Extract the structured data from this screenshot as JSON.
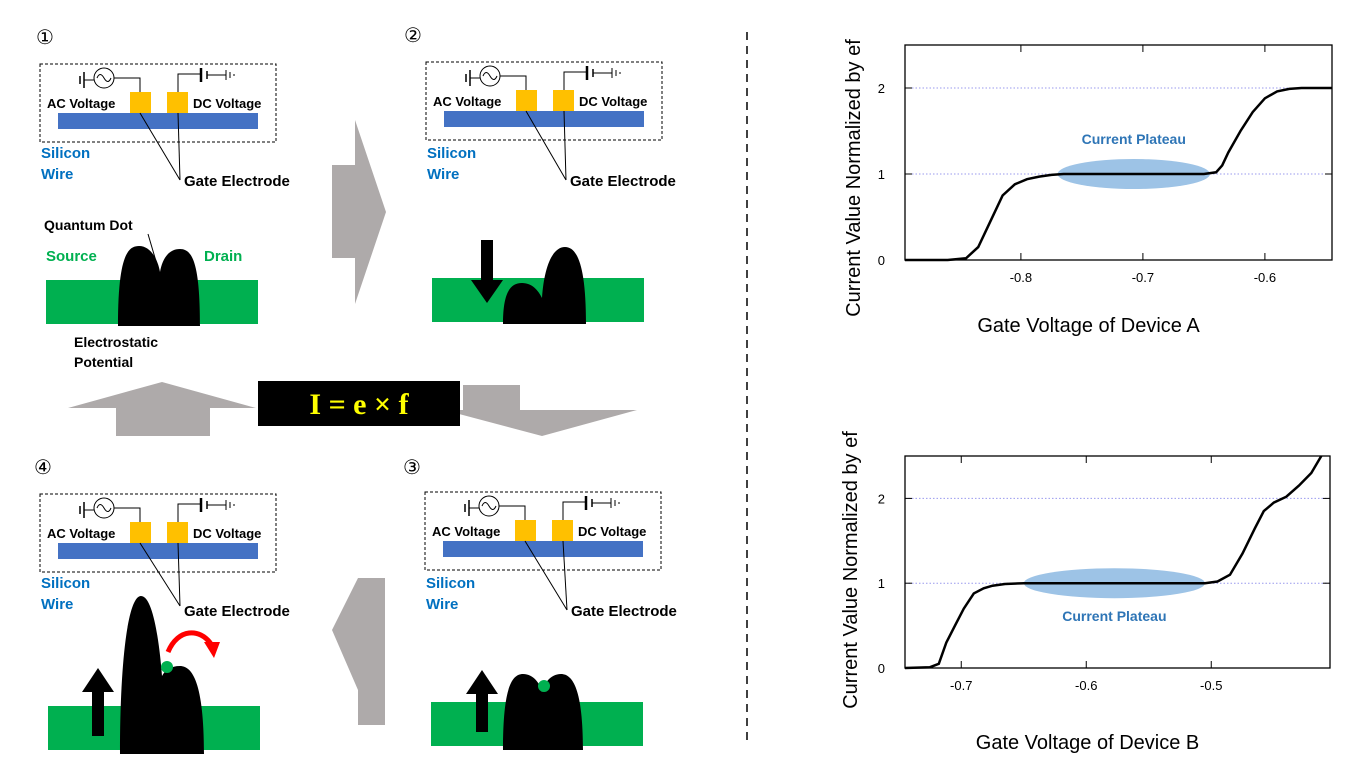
{
  "panels": [
    {
      "step": "①",
      "ac": "AC Voltage",
      "dc": "DC Voltage",
      "wire": [
        "Silicon",
        "Wire"
      ],
      "gate": "Gate Electrode",
      "quantum_dot": "Quantum Dot",
      "source": "Source",
      "drain": "Drain",
      "potential": [
        "Electrostatic",
        "Potential"
      ]
    },
    {
      "step": "②",
      "ac": "AC Voltage",
      "dc": "DC Voltage",
      "wire": [
        "Silicon",
        "Wire"
      ],
      "gate": "Gate Electrode"
    },
    {
      "step": "③",
      "ac": "AC Voltage",
      "dc": "DC Voltage",
      "wire": [
        "Silicon",
        "Wire"
      ],
      "gate": "Gate Electrode"
    },
    {
      "step": "④",
      "ac": "AC Voltage",
      "dc": "DC Voltage",
      "wire": [
        "Silicon",
        "Wire"
      ],
      "gate": "Gate Electrode"
    }
  ],
  "formula": "I = e × f",
  "colors": {
    "wire": "#4472c4",
    "electrode": "#ffc000",
    "channel": "#00b050",
    "label_blue": "#0070c0",
    "label_green": "#00b050",
    "arrow_gray": "#aeaaaa",
    "formula_bg": "#000000",
    "formula_text": "#ffff00",
    "plateau": "#9dc3e6",
    "plateau_text": "#2e75b6",
    "electron": "#00b050",
    "transfer_arrow": "#ff0000",
    "grid": "#9999ee"
  },
  "chart_data": [
    {
      "type": "line",
      "ylabel": "Current Value Normalized by ef",
      "xlabel": "Gate Voltage of Device A",
      "xlim": [
        -0.895,
        -0.545
      ],
      "ylim": [
        0,
        2.5
      ],
      "xticks": [
        -0.8,
        -0.7,
        -0.6
      ],
      "xtick_labels": [
        "-0.8",
        "-0.7",
        "-0.6"
      ],
      "yticks": [
        0,
        1,
        2
      ],
      "ytick_labels": [
        "0",
        "1",
        "2"
      ],
      "grid": "horizontal-dotted",
      "annotation": "Current Plateau",
      "plateau_range": [
        -0.77,
        -0.645
      ],
      "series": [
        {
          "x": [
            -0.895,
            -0.86,
            -0.845,
            -0.835,
            -0.825,
            -0.815,
            -0.805,
            -0.795,
            -0.785,
            -0.775,
            -0.765,
            -0.75,
            -0.7,
            -0.65,
            -0.64,
            -0.635,
            -0.63,
            -0.62,
            -0.61,
            -0.6,
            -0.59,
            -0.58,
            -0.57,
            -0.56,
            -0.545
          ],
          "y": [
            0,
            0,
            0.02,
            0.15,
            0.45,
            0.75,
            0.88,
            0.94,
            0.97,
            0.99,
            1.0,
            1.0,
            1.0,
            1.0,
            1.02,
            1.1,
            1.25,
            1.5,
            1.72,
            1.88,
            1.96,
            1.99,
            2.0,
            2.0,
            2.0
          ]
        }
      ]
    },
    {
      "type": "line",
      "ylabel": "Current Value Normalized by ef",
      "xlabel": "Gate Voltage of Device B",
      "xlim": [
        -0.745,
        -0.405
      ],
      "ylim": [
        0,
        2.5
      ],
      "xticks": [
        -0.7,
        -0.6,
        -0.5
      ],
      "xtick_labels": [
        "-0.7",
        "-0.6",
        "-0.5"
      ],
      "yticks": [
        0,
        1,
        2
      ],
      "ytick_labels": [
        "0",
        "1",
        "2"
      ],
      "grid": "horizontal-dotted",
      "annotation": "Current Plateau",
      "plateau_range": [
        -0.65,
        -0.505
      ],
      "series": [
        {
          "x": [
            -0.745,
            -0.725,
            -0.718,
            -0.712,
            -0.705,
            -0.698,
            -0.69,
            -0.682,
            -0.675,
            -0.665,
            -0.65,
            -0.6,
            -0.55,
            -0.505,
            -0.495,
            -0.485,
            -0.475,
            -0.465,
            -0.458,
            -0.45,
            -0.44,
            -0.43,
            -0.42,
            -0.412
          ],
          "y": [
            0,
            0.01,
            0.05,
            0.3,
            0.5,
            0.7,
            0.88,
            0.94,
            0.97,
            0.99,
            1.0,
            1.0,
            1.0,
            1.0,
            1.02,
            1.1,
            1.35,
            1.65,
            1.85,
            1.95,
            2.02,
            2.15,
            2.3,
            2.5
          ]
        }
      ]
    }
  ]
}
